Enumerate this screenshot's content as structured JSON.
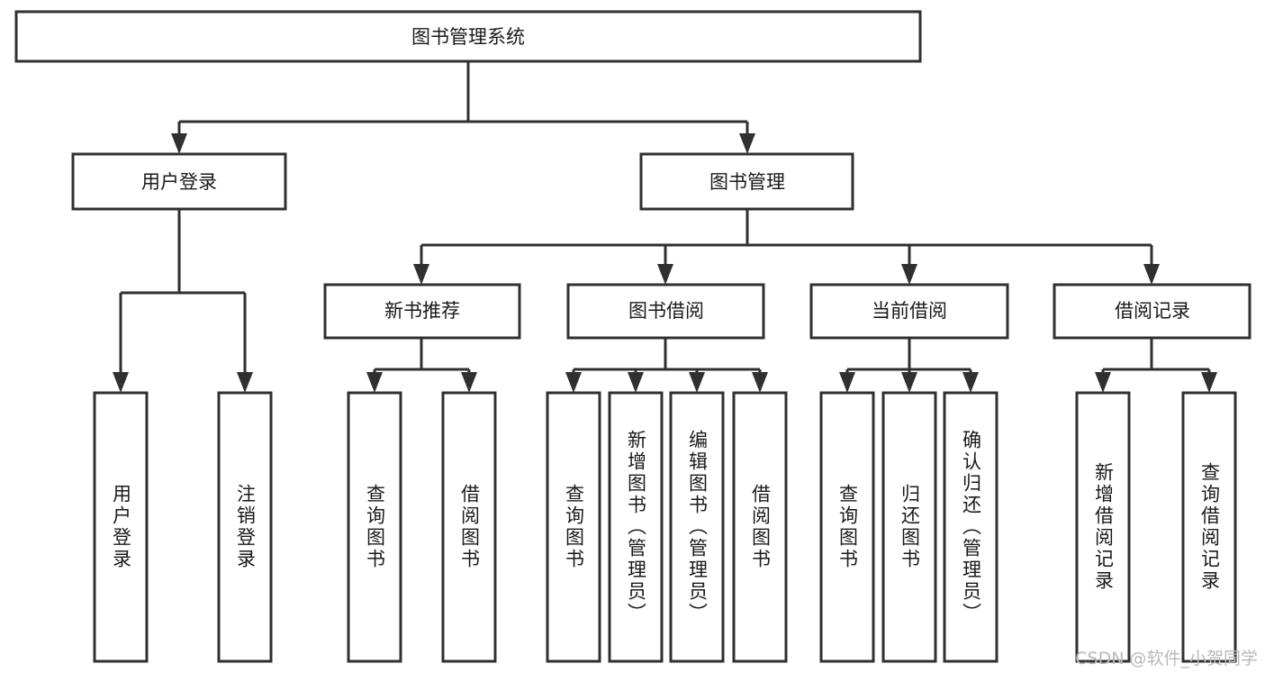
{
  "diagram": {
    "type": "tree",
    "title": "图书管理系统",
    "colors": {
      "box_fill": "#ffffff",
      "box_stroke": "#303030",
      "text": "#1a1a1a",
      "background": "#ffffff",
      "watermark": "#b9b9b9"
    },
    "root": {
      "label": "图书管理系统",
      "orientation": "horizontal"
    },
    "level2": [
      {
        "label": "用户登录",
        "orientation": "horizontal"
      },
      {
        "label": "图书管理",
        "orientation": "horizontal"
      }
    ],
    "level3": [
      {
        "label": "新书推荐",
        "orientation": "horizontal",
        "parent": "图书管理"
      },
      {
        "label": "图书借阅",
        "orientation": "horizontal",
        "parent": "图书管理"
      },
      {
        "label": "当前借阅",
        "orientation": "horizontal",
        "parent": "图书管理"
      },
      {
        "label": "借阅记录",
        "orientation": "horizontal",
        "parent": "图书管理"
      }
    ],
    "leaves": [
      {
        "label": "用户登录",
        "orientation": "vertical",
        "parent": "用户登录"
      },
      {
        "label": "注销登录",
        "orientation": "vertical",
        "parent": "用户登录"
      },
      {
        "label": "查询图书",
        "orientation": "vertical",
        "parent": "新书推荐"
      },
      {
        "label": "借阅图书",
        "orientation": "vertical",
        "parent": "新书推荐"
      },
      {
        "label": "查询图书",
        "orientation": "vertical",
        "parent": "图书借阅"
      },
      {
        "label": "新增图书（管理员）",
        "orientation": "vertical",
        "parent": "图书借阅"
      },
      {
        "label": "编辑图书（管理员）",
        "orientation": "vertical",
        "parent": "图书借阅"
      },
      {
        "label": "借阅图书",
        "orientation": "vertical",
        "parent": "图书借阅"
      },
      {
        "label": "查询图书",
        "orientation": "vertical",
        "parent": "当前借阅"
      },
      {
        "label": "归还图书",
        "orientation": "vertical",
        "parent": "当前借阅"
      },
      {
        "label": "确认归还（管理员）",
        "orientation": "vertical",
        "parent": "当前借阅"
      },
      {
        "label": "新增借阅记录",
        "orientation": "vertical",
        "parent": "借阅记录"
      },
      {
        "label": "查询借阅记录",
        "orientation": "vertical",
        "parent": "借阅记录"
      }
    ],
    "watermark": "CSDN @软件_小贺同学"
  }
}
